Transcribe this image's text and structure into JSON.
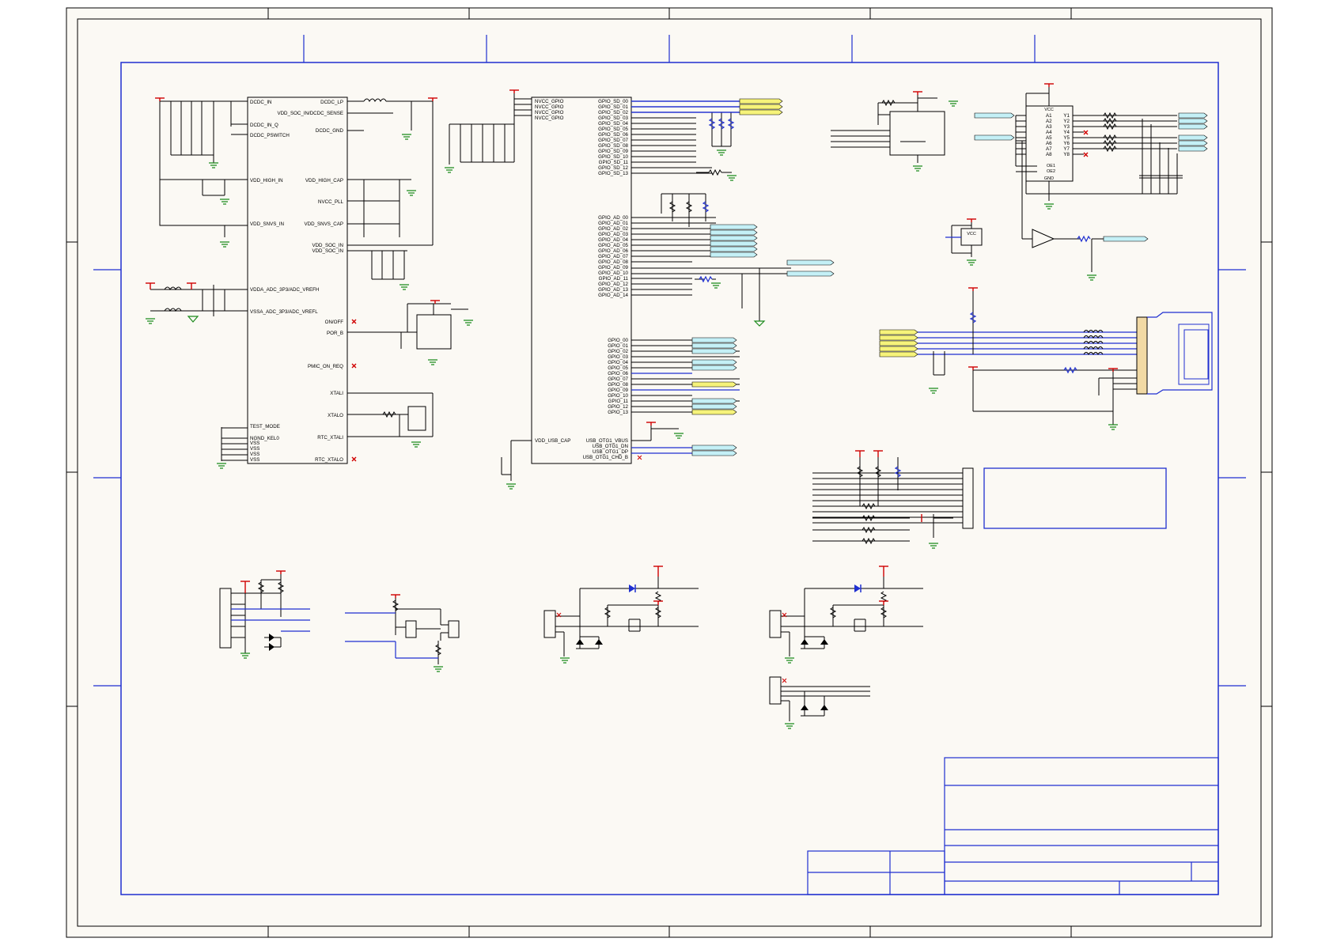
{
  "colors": {
    "paper": "#fbf9f4",
    "frame_blue": "#1f2fd0",
    "wire_black": "#000000",
    "power_red": "#d00000",
    "ground_green": "#1b8a1b",
    "port_cyan": "#c4f0f6",
    "port_yellow": "#f6f37a"
  },
  "pmic": {
    "left_pins": [
      "DCDC_IN",
      "DCDC_IN_Q",
      "DCDC_PSWITCH",
      "VDD_HIGH_IN",
      "VDD_SNVS_IN",
      "VDDA_ADC_3P3/ADC_VREFH",
      "VSSA_ADC_3P3/ADC_VREFL",
      "TEST_MODE",
      "NGND_KEL0",
      "VSS",
      "VSS",
      "VSS",
      "VSS"
    ],
    "right_pins": [
      "DCDC_LP",
      "VDD_SOC_IN/DCDC_SENSE",
      "DCDC_GND",
      "VDD_HIGH_CAP",
      "NVCC_PLL",
      "VDD_SNVS_CAP",
      "VDD_SOC_IN",
      "VDD_SOC_IN",
      "ON/OFF",
      "POR_B",
      "PMIC_ON_REQ",
      "XTALI",
      "XTALO",
      "RTC_XTALI",
      "RTC_XTALO"
    ]
  },
  "gpio": {
    "nvcc_pins": [
      "NVCC_GPIO",
      "NVCC_GPIO",
      "NVCC_GPIO",
      "NVCC_GPIO"
    ],
    "sd_pins": [
      "GPIO_SD_00",
      "GPIO_SD_01",
      "GPIO_SD_02",
      "GPIO_SD_03",
      "GPIO_SD_04",
      "GPIO_SD_05",
      "GPIO_SD_06",
      "GPIO_SD_07",
      "GPIO_SD_08",
      "GPIO_SD_09",
      "GPIO_SD_10",
      "GPIO_SD_11",
      "GPIO_SD_12",
      "GPIO_SD_13"
    ],
    "ad_pins": [
      "GPIO_AD_00",
      "GPIO_AD_01",
      "GPIO_AD_02",
      "GPIO_AD_03",
      "GPIO_AD_04",
      "GPIO_AD_05",
      "GPIO_AD_06",
      "GPIO_AD_07",
      "GPIO_AD_08",
      "GPIO_AD_09",
      "GPIO_AD_10",
      "GPIO_AD_11",
      "GPIO_AD_12",
      "GPIO_AD_13",
      "GPIO_AD_14"
    ],
    "gp_pins": [
      "GPIO_00",
      "GPIO_01",
      "GPIO_02",
      "GPIO_03",
      "GPIO_04",
      "GPIO_05",
      "GPIO_06",
      "GPIO_07",
      "GPIO_08",
      "GPIO_09",
      "GPIO_10",
      "GPIO_11",
      "GPIO_12",
      "GPIO_13"
    ],
    "usb_left": "VDD_USB_CAP",
    "usb_right": [
      "USB_OTG1_VBUS",
      "USB_OTG1_DN",
      "USB_OTG1_DP",
      "USB_OTG1_CHD_B"
    ]
  },
  "buffer": {
    "vcc": "VCC",
    "gnd": "GND",
    "a_pins": [
      "A1",
      "A2",
      "A3",
      "A4",
      "A5",
      "A6",
      "A7",
      "A8"
    ],
    "y_pins": [
      "Y1",
      "Y2",
      "Y3",
      "Y4",
      "Y5",
      "Y6",
      "Y7",
      "Y8"
    ],
    "oe_pins": [
      "OE1",
      "OE2"
    ]
  },
  "small_ic": {
    "label": "VCC"
  }
}
